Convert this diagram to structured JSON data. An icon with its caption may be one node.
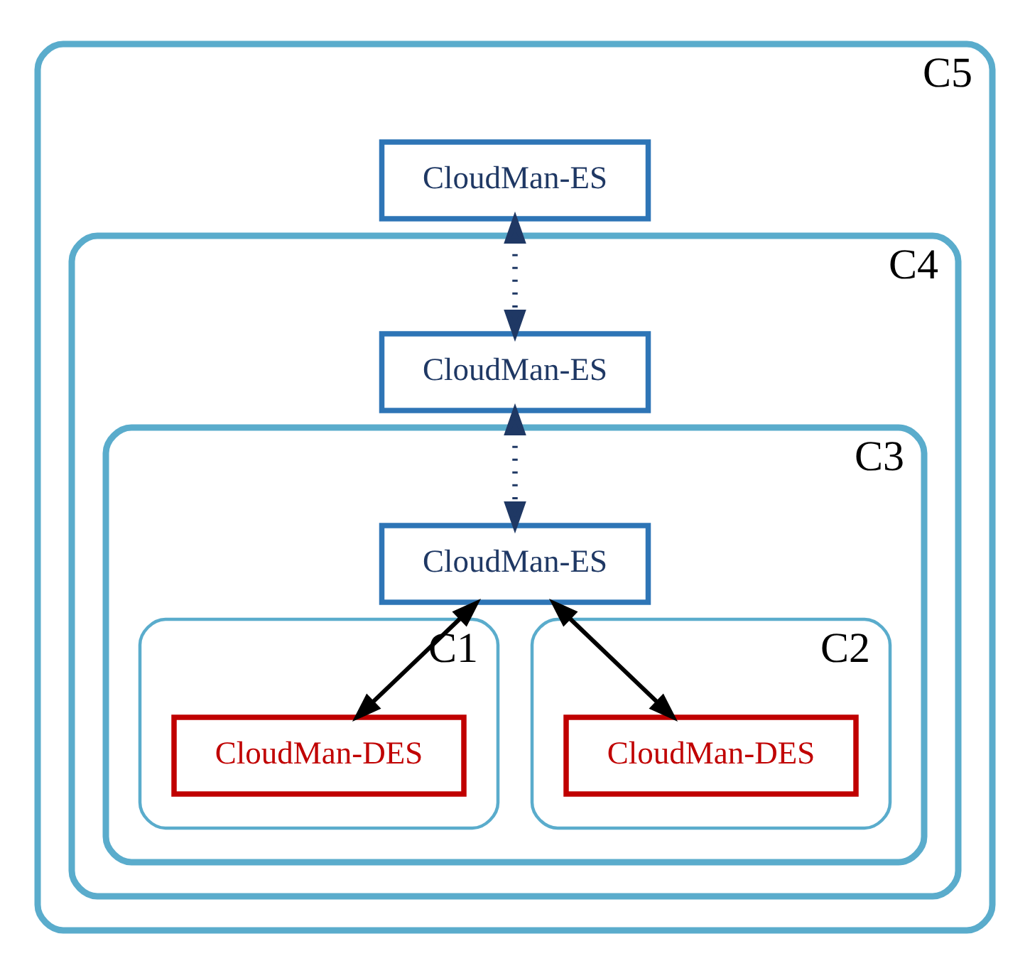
{
  "diagram": {
    "nodes": [
      {
        "text": [
          "C5"
        ]
      },
      {
        "text": [
          "CloudMan-ES"
        ],
        "in": 0
      },
      {
        "text": [
          "C4"
        ],
        "in": 0
      },
      {
        "text": [
          "CloudMan-ES"
        ],
        "in": 2
      },
      {
        "text": [
          "C3"
        ],
        "in": 2
      },
      {
        "text": [
          "CloudMan-ES"
        ],
        "in": 4
      },
      {
        "text": [
          "C1"
        ],
        "in": 4
      },
      {
        "text": [
          "CloudMan-DES"
        ],
        "in": 6
      },
      {
        "text": [
          "C2"
        ],
        "in": 4
      },
      {
        "text": [
          "CloudMan-DES"
        ],
        "in": 8
      }
    ],
    "edges": [
      {
        "from": 1,
        "to": 3,
        "arrow": "both",
        "style": "dashed",
        "color": "#1f3864"
      },
      {
        "from": 3,
        "to": 5,
        "arrow": "both",
        "style": "dashed",
        "color": "#1f3864"
      },
      {
        "from": 5,
        "to": 7,
        "arrow": "both",
        "color": "#000000"
      },
      {
        "from": 5,
        "to": 9,
        "arrow": "both",
        "color": "#000000"
      }
    ]
  }
}
